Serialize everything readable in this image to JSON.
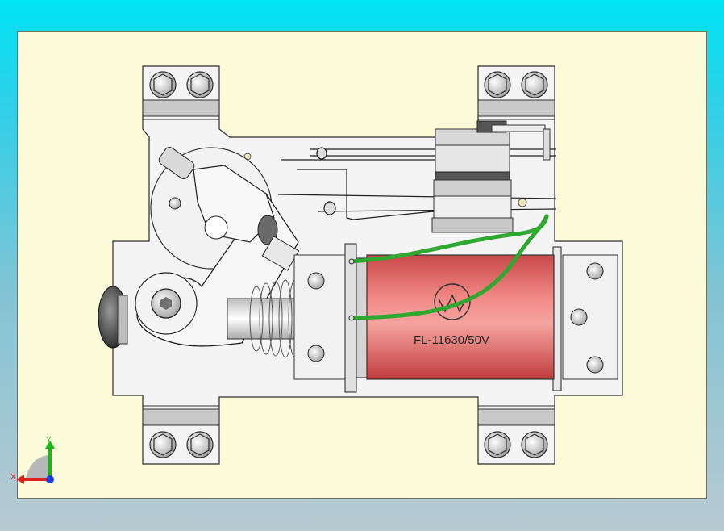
{
  "viewport": {
    "background_top": "#00e4f4",
    "background_bottom": "#b8cad2",
    "sheet_color": "#fbfad9"
  },
  "model": {
    "motor_label": "FL-11630/50V",
    "motor_color": "#e86060",
    "cable_color": "#2ea82e",
    "plate_color": "#f4f4f4"
  },
  "triad": {
    "x_label": "X",
    "y_label": "Y",
    "x_color": "#e0201c",
    "y_color": "#18b818",
    "z_color": "#1c3cd8"
  }
}
